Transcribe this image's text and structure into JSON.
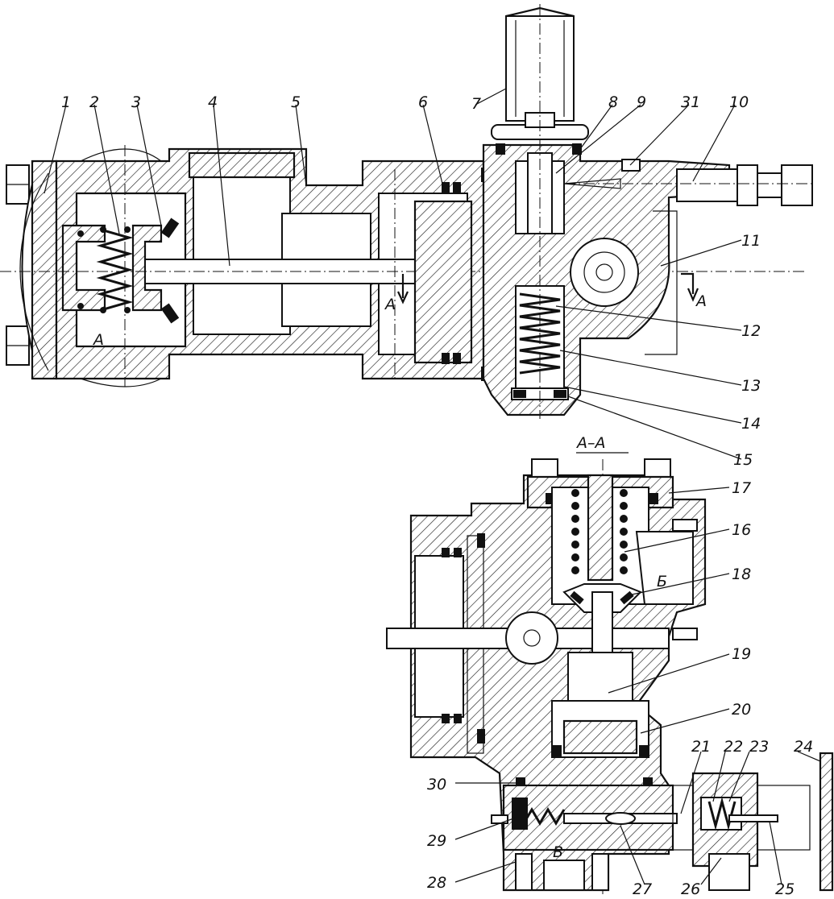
{
  "section_title": "А–А",
  "part_labels": [
    "1",
    "2",
    "3",
    "4",
    "5",
    "6",
    "7",
    "8",
    "9",
    "31",
    "10",
    "11",
    "12",
    "13",
    "14",
    "15",
    "17",
    "16",
    "18",
    "19",
    "20",
    "21",
    "22",
    "23",
    "24",
    "25",
    "26",
    "27",
    "28",
    "29",
    "30"
  ],
  "zone_labels": {
    "a_left": "А",
    "section_arrow_1": "А",
    "section_arrow_2": "А",
    "b_chamber": "Б",
    "v_chamber": "В"
  }
}
